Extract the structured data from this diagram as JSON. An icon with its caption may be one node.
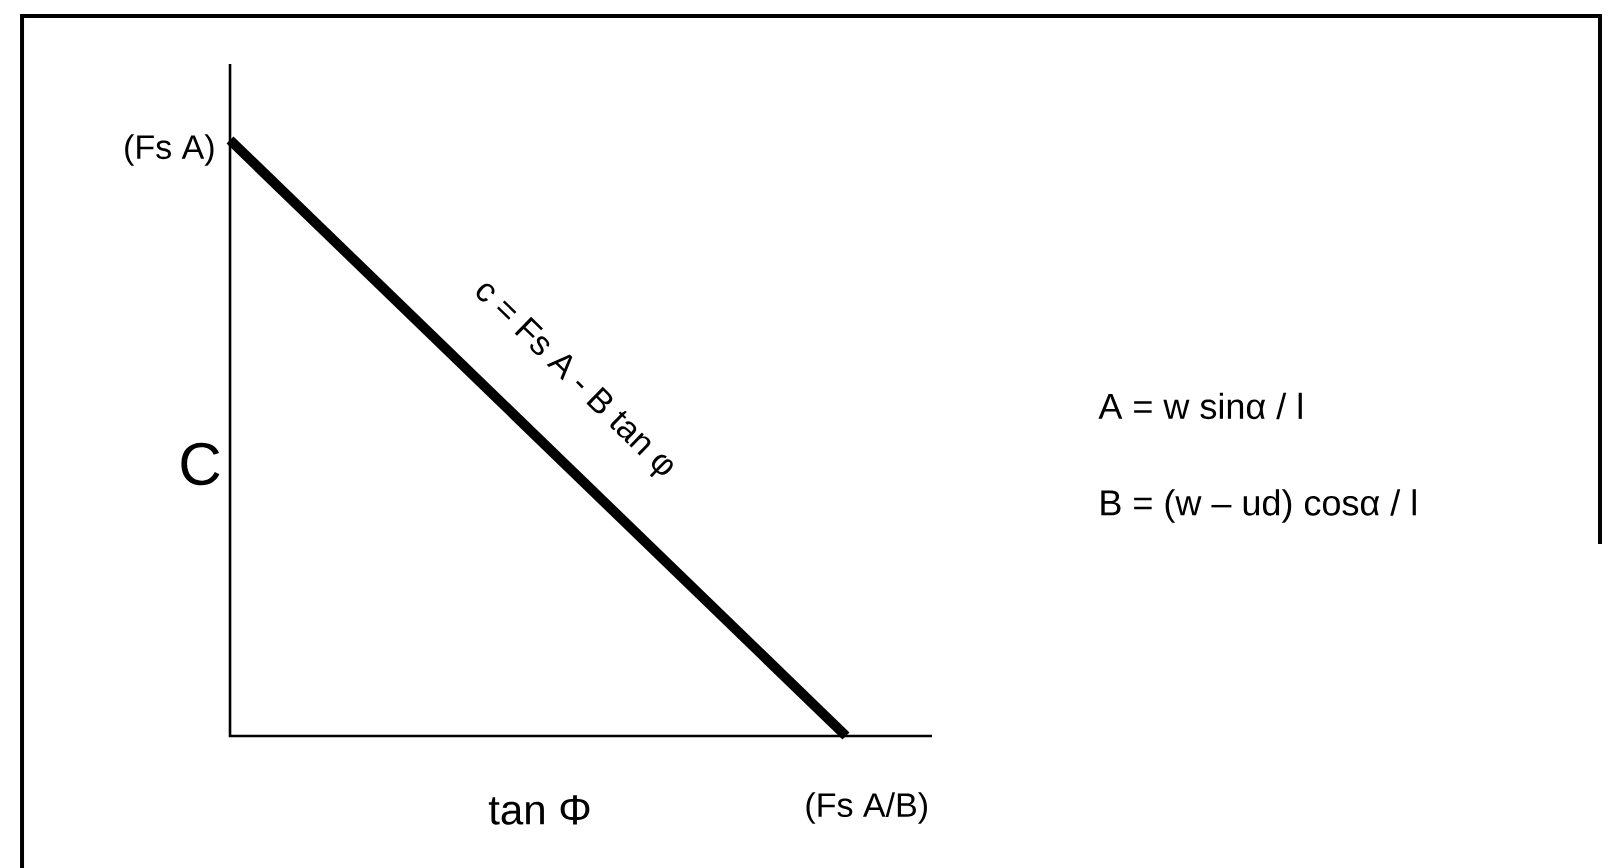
{
  "diagram": {
    "labels": [
      "(Fs A)",
      "c = Fs A - B tan φ",
      "C",
      "A = w sinα / l",
      "B = (w – ud) cosα / l",
      "tan Φ",
      "(Fs A/B)"
    ]
  }
}
